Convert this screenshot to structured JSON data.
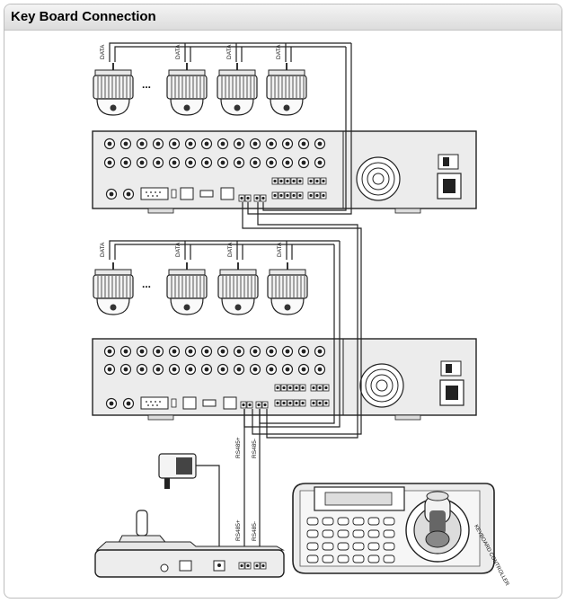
{
  "panel": {
    "title": "Key Board Connection"
  },
  "camera_labels": {
    "data": "DATA",
    "ellipsis": "..."
  },
  "wire_labels": {
    "rs485_plus": "RS485+",
    "rs485_minus": "RS485-",
    "rs485_plus_lower": "RS485+",
    "rs485_minus_lower": "RS485-"
  },
  "keyboard": {
    "side_label": "KEYBOARD CONTROLLER"
  },
  "colors": {
    "title_bar": "#dcdcdc",
    "line": "#222222",
    "device_body": "#ececec"
  }
}
